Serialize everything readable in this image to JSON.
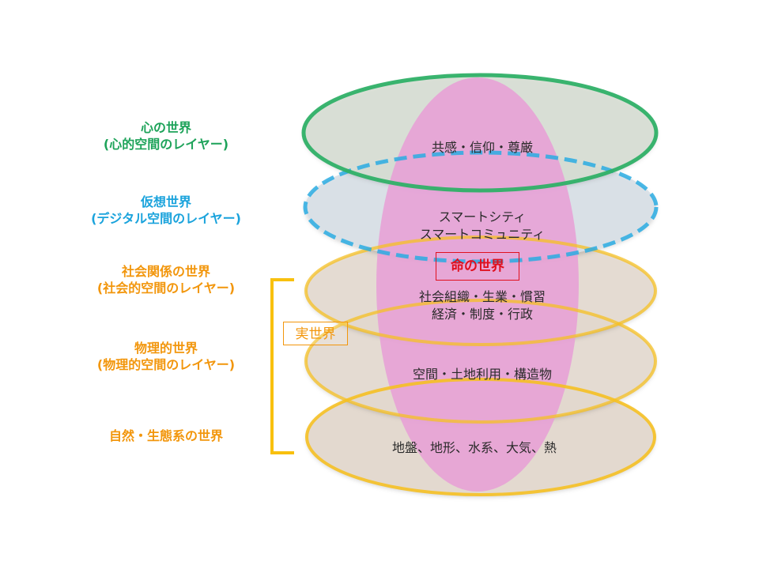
{
  "title": "心の世界から自然・生態系の世界までのレイヤー構造",
  "colors": {
    "mind": "#1ea35a",
    "virtual": "#1aa3dc",
    "real": "#f2960c",
    "real_stroke": "#f5c023",
    "life": "#e0101e",
    "life_fill": "#e79fd6",
    "text": "#2a2a2a"
  },
  "side_labels": [
    {
      "id": "mind",
      "line1": "心の世界",
      "line2": "(心的空間のレイヤー)"
    },
    {
      "id": "virtual",
      "line1": "仮想世界",
      "line2": "(デジタル空間のレイヤー)"
    },
    {
      "id": "social",
      "line1": "社会関係の世界",
      "line2": "(社会的空間のレイヤー)"
    },
    {
      "id": "physical",
      "line1": "物理的世界",
      "line2": "(物理的空間のレイヤー)"
    },
    {
      "id": "nature",
      "line1": "自然・生態系の世界",
      "line2": ""
    }
  ],
  "group_label": "実世界",
  "center_label": "命の世界",
  "layers": [
    {
      "id": "mind",
      "lines": [
        "共感・信仰・尊厳"
      ],
      "stroke_style": "solid"
    },
    {
      "id": "virtual",
      "lines": [
        "スマートシティ",
        "スマートコミュニティ"
      ],
      "stroke_style": "dashed"
    },
    {
      "id": "social",
      "lines": [
        "社会組織・生業・慣習",
        "経済・制度・行政"
      ],
      "stroke_style": "solid"
    },
    {
      "id": "physical",
      "lines": [
        "空間・土地利用・構造物"
      ],
      "stroke_style": "solid"
    },
    {
      "id": "nature",
      "lines": [
        "地盤、地形、水系、大気、熱"
      ],
      "stroke_style": "solid"
    }
  ]
}
